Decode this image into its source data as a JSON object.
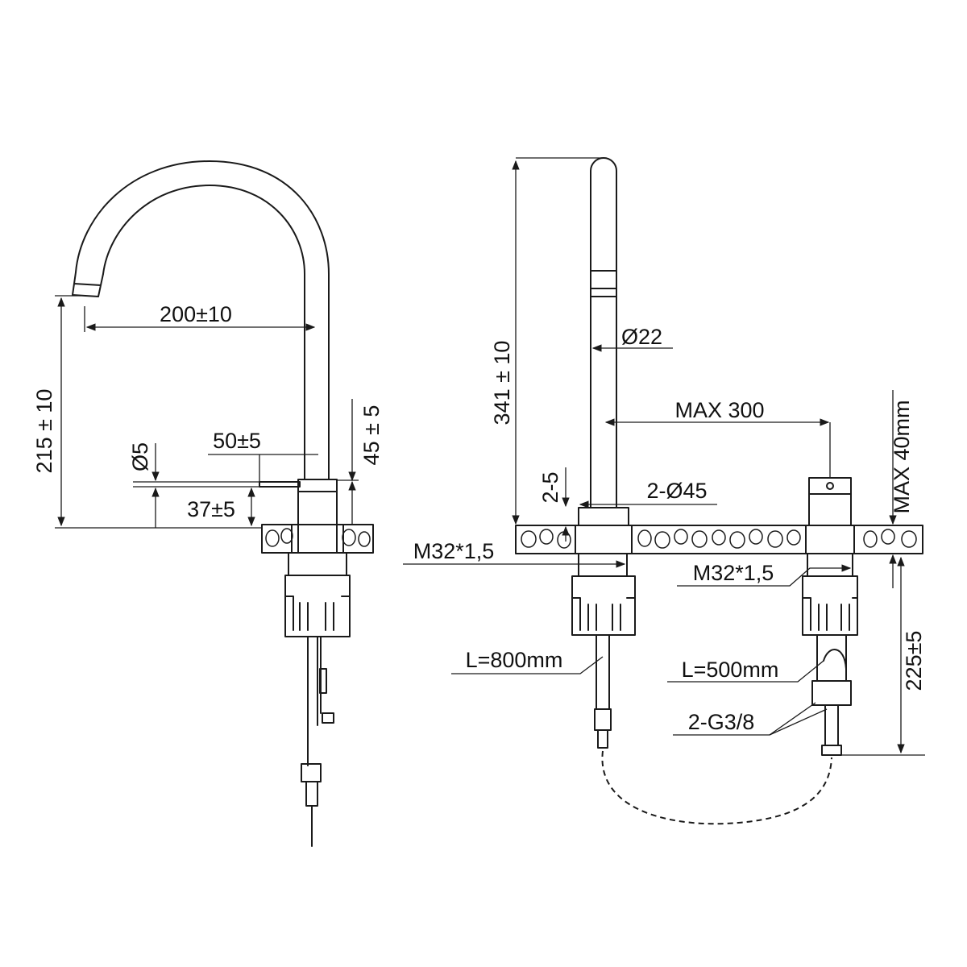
{
  "diagram": {
    "colors": {
      "line": "#1a1a1a",
      "text": "#111111",
      "background": "#ffffff"
    },
    "left_view": {
      "dimensions": {
        "spout_reach": "200±10",
        "spout_height": "215 ± 10",
        "lever_length": "50±5",
        "lever_diameter": "Ø5",
        "lever_height": "37±5",
        "body_height": "45 ± 5"
      }
    },
    "right_view": {
      "dimensions": {
        "total_height": "341 ± 10",
        "spout_diameter": "Ø22",
        "spacing": "MAX 300",
        "deck_thickness": "MAX 40mm",
        "gap": "2-5",
        "base_diameter": "2-Ø45",
        "thread_left": "M32*1,5",
        "thread_right": "M32*1,5",
        "hose_long": "L=800mm",
        "hose_short": "L=500mm",
        "connection": "2-G3/8",
        "below_deck": "225±5"
      }
    }
  }
}
